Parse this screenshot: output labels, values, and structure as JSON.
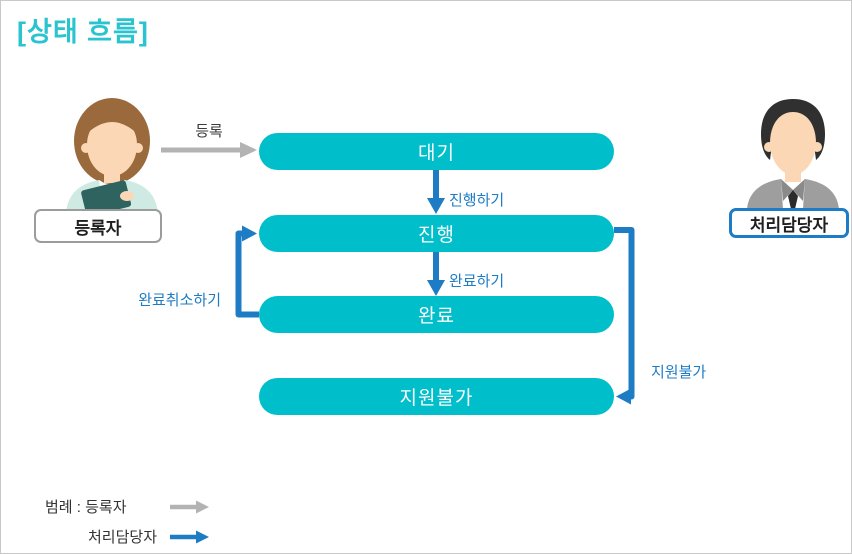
{
  "title": "[상태 흐름]",
  "colors": {
    "pill_teal": "#00bfca",
    "title_teal": "#29c4cf",
    "handler_blue": "#1d7cc4",
    "registrant_gray": "#b3b3b3",
    "text_dark": "#3b3b3b"
  },
  "actors": {
    "registrant": {
      "label": "등록자"
    },
    "handler": {
      "label": "처리담당자"
    }
  },
  "states": [
    {
      "id": "waiting",
      "label": "대기"
    },
    {
      "id": "in_progress",
      "label": "진행"
    },
    {
      "id": "complete",
      "label": "완료"
    },
    {
      "id": "not_supported",
      "label": "지원불가"
    }
  ],
  "transitions": [
    {
      "label": "등록",
      "from": "등록자",
      "to": "대기",
      "actor": "등록자"
    },
    {
      "label": "진행하기",
      "from": "대기",
      "to": "진행",
      "actor": "처리담당자"
    },
    {
      "label": "완료하기",
      "from": "진행",
      "to": "완료",
      "actor": "처리담당자"
    },
    {
      "label": "완료취소하기",
      "from": "완료",
      "to": "진행",
      "actor": "처리담당자"
    },
    {
      "label": "지원불가",
      "from": "진행",
      "to": "지원불가",
      "actor": "처리담당자"
    }
  ],
  "legend": {
    "prefix": "범례 :",
    "items": [
      {
        "label": "등록자",
        "arrow_color": "#b3b3b3"
      },
      {
        "label": "처리담당자",
        "arrow_color": "#1d7cc4"
      }
    ]
  }
}
